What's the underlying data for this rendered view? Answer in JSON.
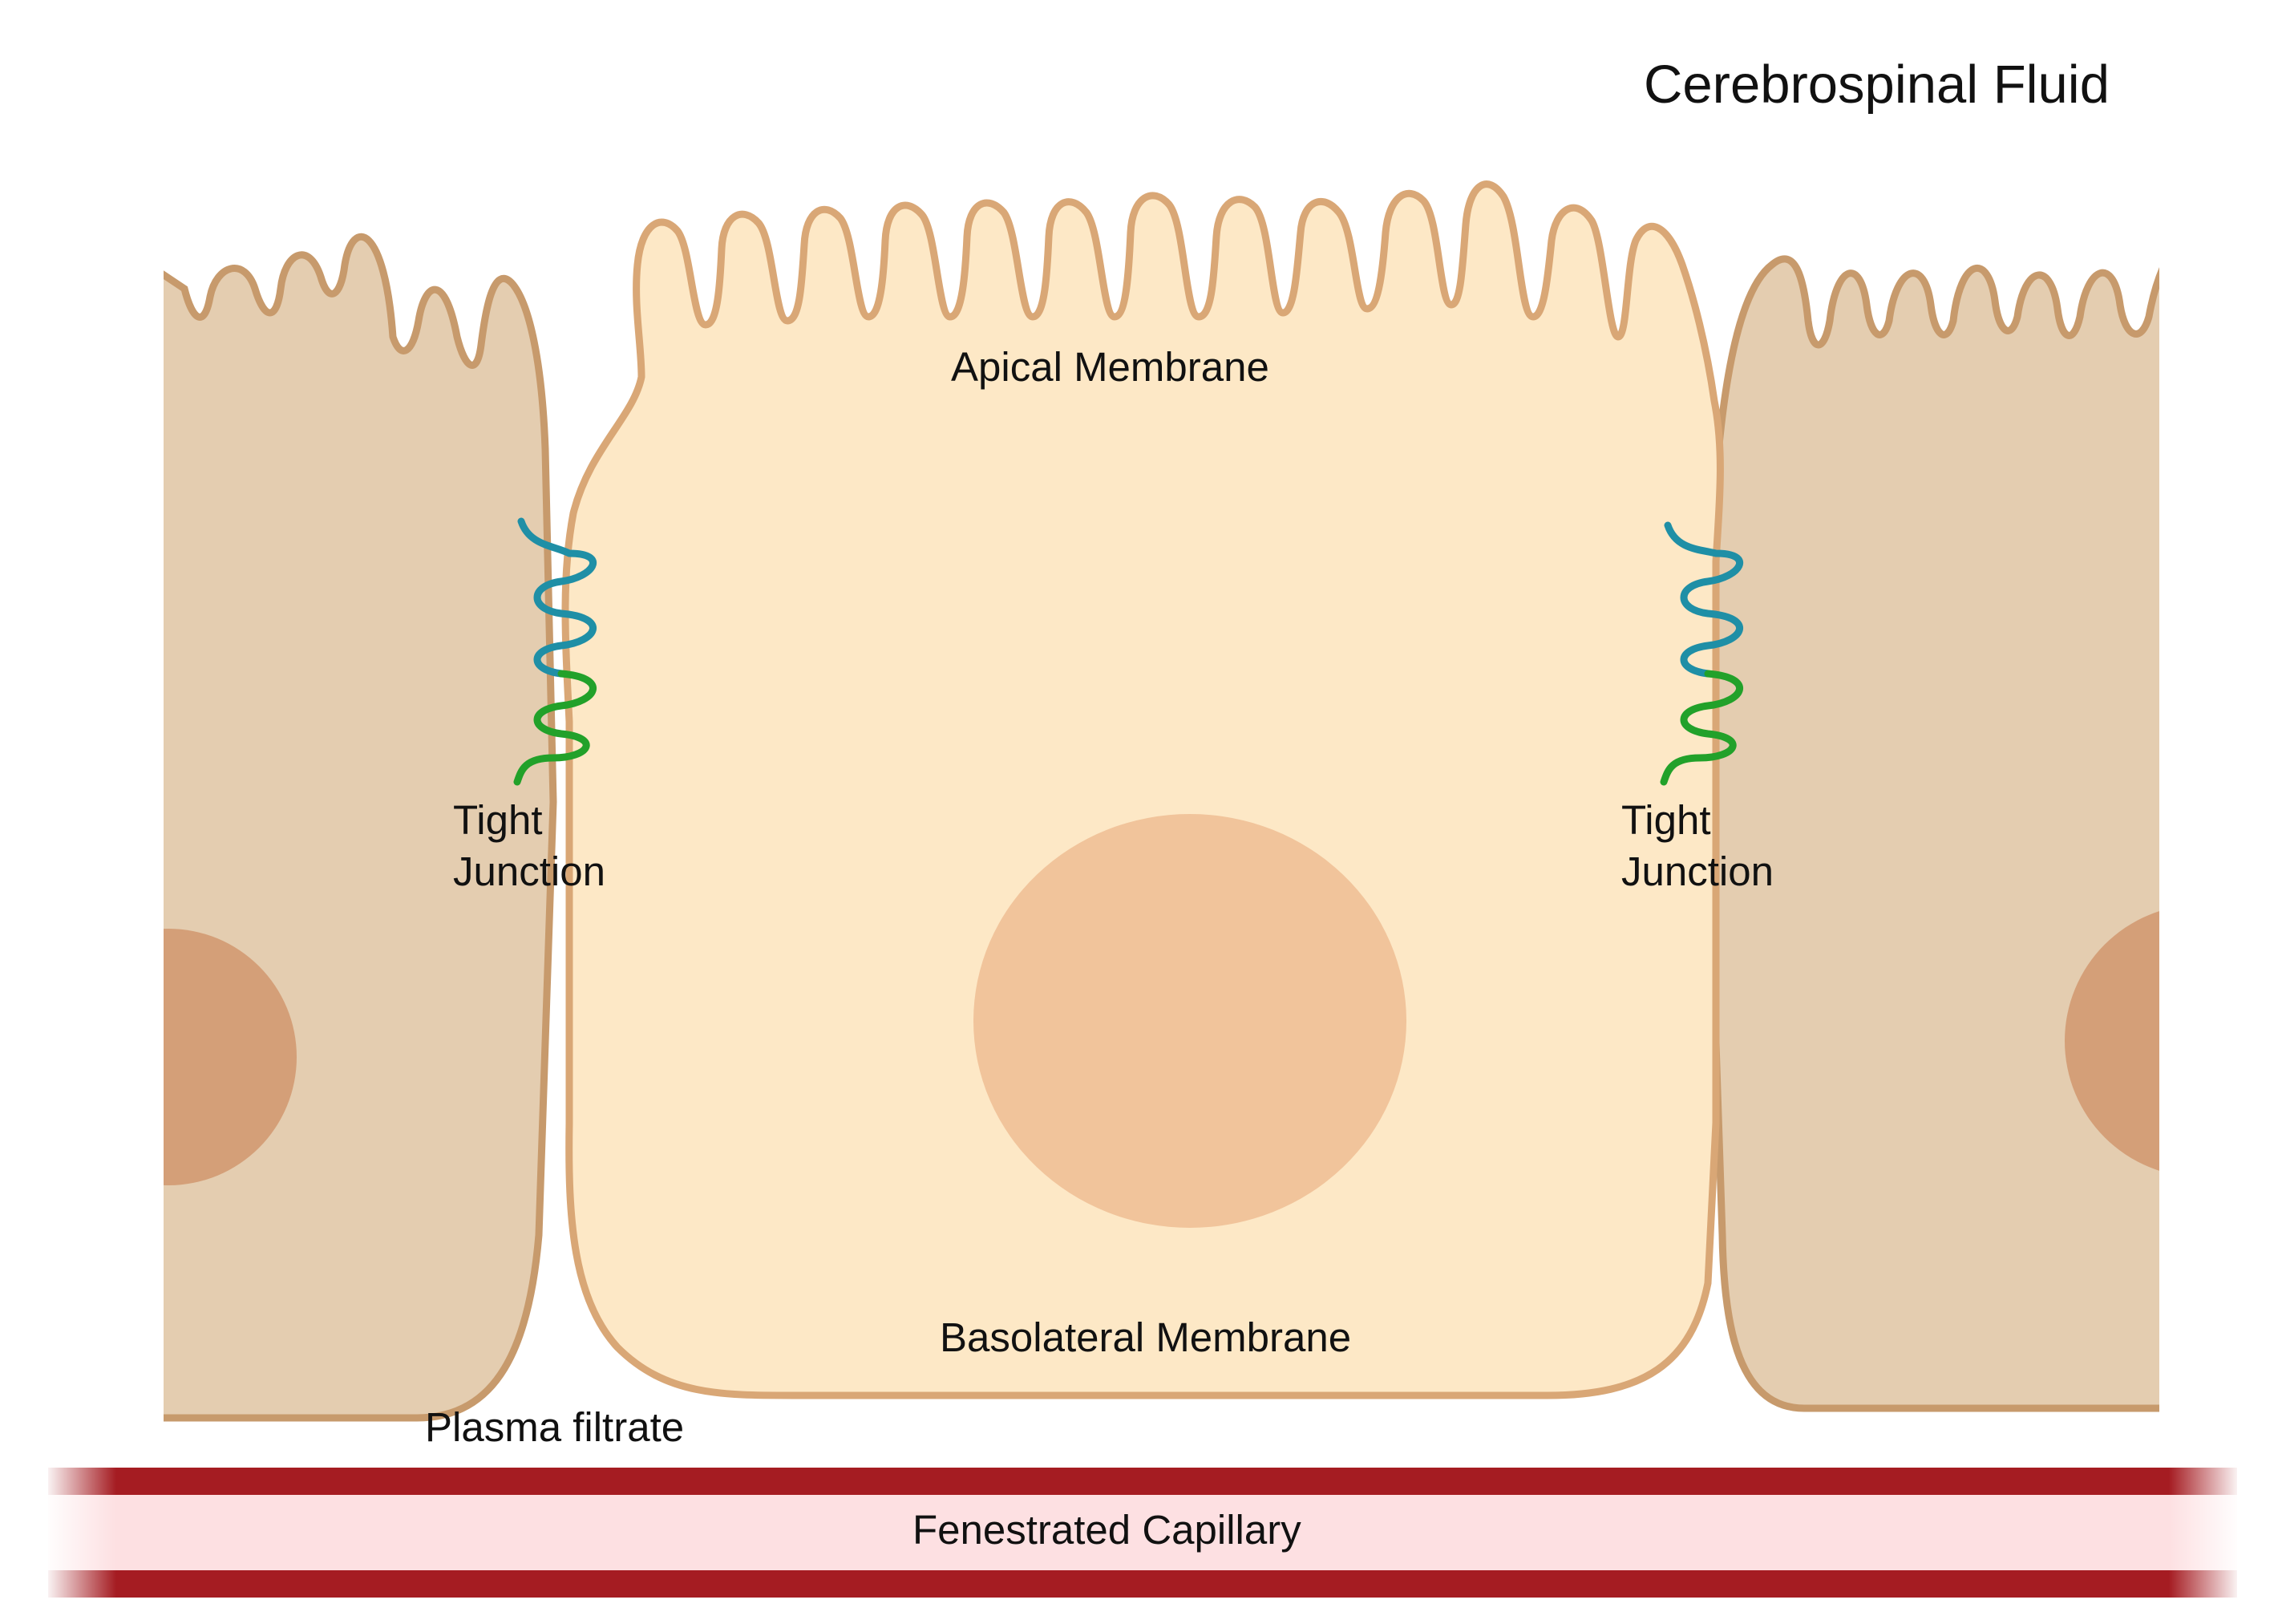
{
  "labels": {
    "csf": "Cerebrospinal Fluid",
    "apical": "Apical Membrane",
    "basolateral": "Basolateral Membrane",
    "tight_junction_left": [
      "Tight",
      "Junction"
    ],
    "tight_junction_right": [
      "Tight",
      "Junction"
    ],
    "plasma_filtrate": "Plasma filtrate",
    "capillary": "Fenestrated Capillary"
  },
  "colors": {
    "center_cell_fill": "#fde8c6",
    "side_cell_fill": "#e4cdb0",
    "membrane": "#d9a776",
    "side_membrane": "#c79a6c",
    "nucleus_center": "#f1c49b",
    "nucleus_side": "#d49f78",
    "junction_blue": "#1f8fa6",
    "junction_green": "#22a12a",
    "capillary_wall": "#a51c22",
    "capillary_lumen": "#fde0e2"
  }
}
